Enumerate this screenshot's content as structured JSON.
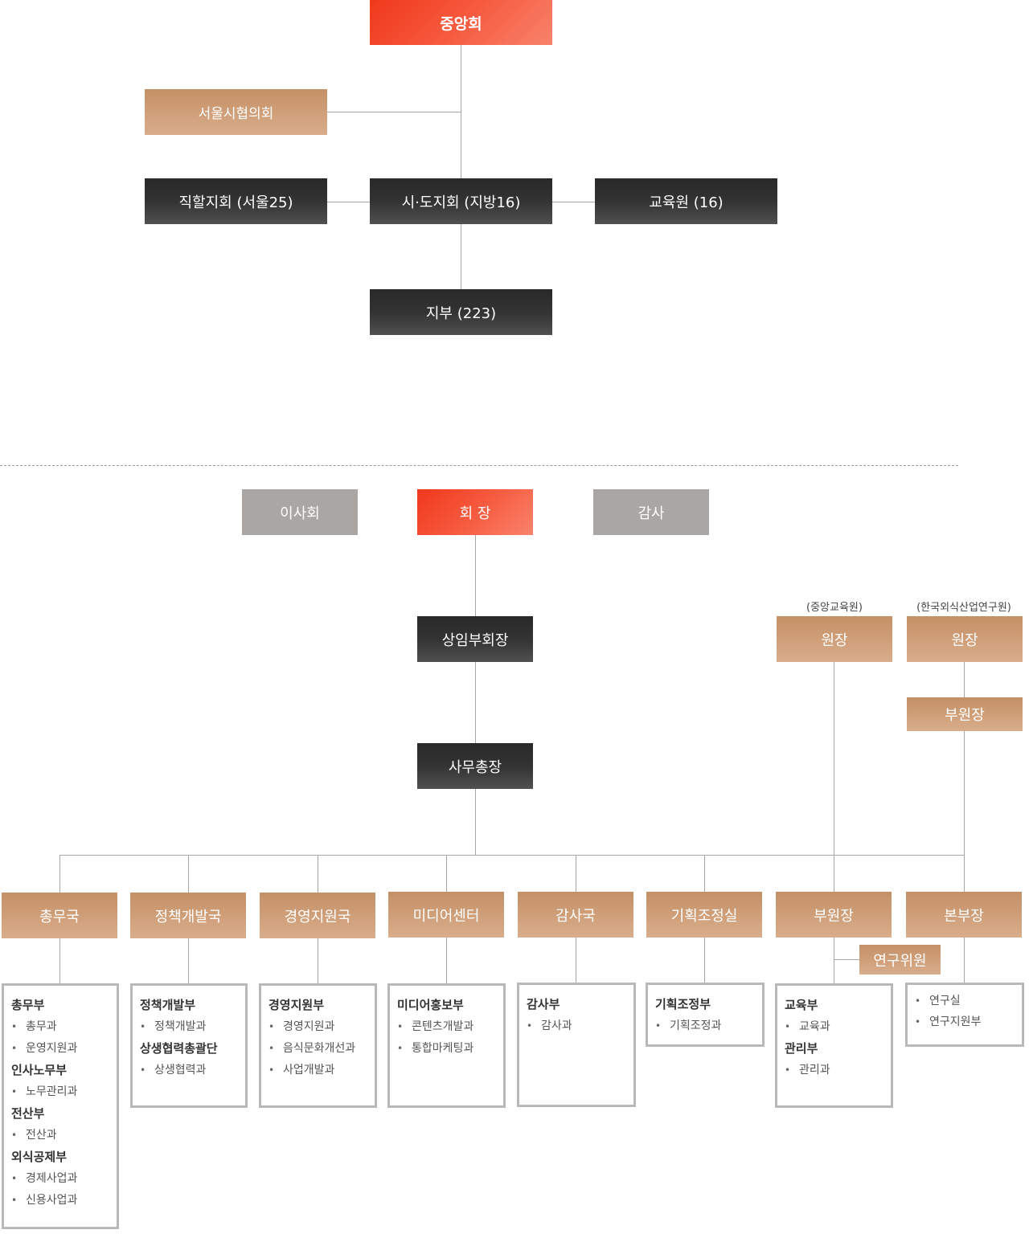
{
  "top": {
    "root": "중앙회",
    "seoul": "서울시협의회",
    "direct": "직할지회 (서울25)",
    "province": "시·도지회 (지방16)",
    "edu": "교육원 (16)",
    "branch": "지부 (223)"
  },
  "org": {
    "board": "이사회",
    "president": "회 장",
    "audit": "감사",
    "svp": "상임부회장",
    "secgen": "사무총장",
    "inst1_caption": "(중앙교육원)",
    "inst1_head": "원장",
    "inst2_caption": "(한국외식산업연구원)",
    "inst2_head": "원장",
    "inst2_vice": "부원장",
    "researcher": "연구위원"
  },
  "departments": [
    {
      "title": "총무국",
      "groups": [
        {
          "name": "총무부",
          "items": [
            "총무과",
            "운영지원과"
          ]
        },
        {
          "name": "인사노무부",
          "items": [
            "노무관리과"
          ]
        },
        {
          "name": "전산부",
          "items": [
            "전산과"
          ]
        },
        {
          "name": "외식공제부",
          "items": [
            "경제사업과",
            "신용사업과"
          ]
        }
      ]
    },
    {
      "title": "정책개발국",
      "groups": [
        {
          "name": "정책개발부",
          "items": [
            "정책개발과"
          ]
        },
        {
          "name": "상생협력총괄단",
          "items": [
            "상생협력과"
          ]
        }
      ]
    },
    {
      "title": "경영지원국",
      "groups": [
        {
          "name": "경영지원부",
          "items": [
            "경영지원과",
            "음식문화개선과",
            "사업개발과"
          ]
        }
      ]
    },
    {
      "title": "미디어센터",
      "groups": [
        {
          "name": "미디어홍보부",
          "items": [
            "콘텐츠개발과",
            "통합마케팅과"
          ]
        }
      ]
    },
    {
      "title": "감사국",
      "groups": [
        {
          "name": "감사부",
          "items": [
            "감사과"
          ]
        }
      ]
    },
    {
      "title": "기획조정실",
      "groups": [
        {
          "name": "기획조정부",
          "items": [
            "기획조정과"
          ]
        }
      ]
    },
    {
      "title": "부원장",
      "groups": [
        {
          "name": "교육부",
          "items": [
            "교육과"
          ]
        },
        {
          "name": "관리부",
          "items": [
            "관리과"
          ]
        }
      ]
    },
    {
      "title": "본부장",
      "groups": [
        {
          "name": "",
          "items": [
            "연구실",
            "연구지원부"
          ]
        }
      ]
    }
  ]
}
